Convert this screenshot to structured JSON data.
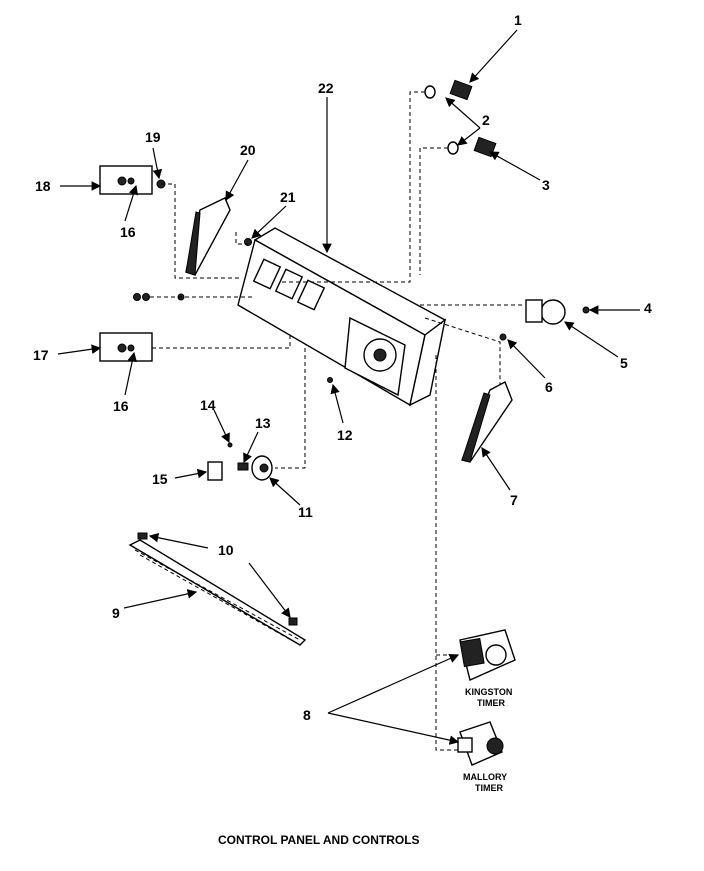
{
  "caption": "CONTROL PANEL AND CONTROLS",
  "callouts": [
    "1",
    "2",
    "3",
    "4",
    "5",
    "6",
    "7",
    "8",
    "9",
    "10",
    "11",
    "12",
    "13",
    "14",
    "15",
    "16",
    "16",
    "17",
    "18",
    "19",
    "20",
    "21",
    "22"
  ],
  "timer_labels": {
    "kingston_line1": "KINGSTON",
    "kingston_line2": "TIMER",
    "mallory_line1": "MALLORY",
    "mallory_line2": "TIMER"
  }
}
